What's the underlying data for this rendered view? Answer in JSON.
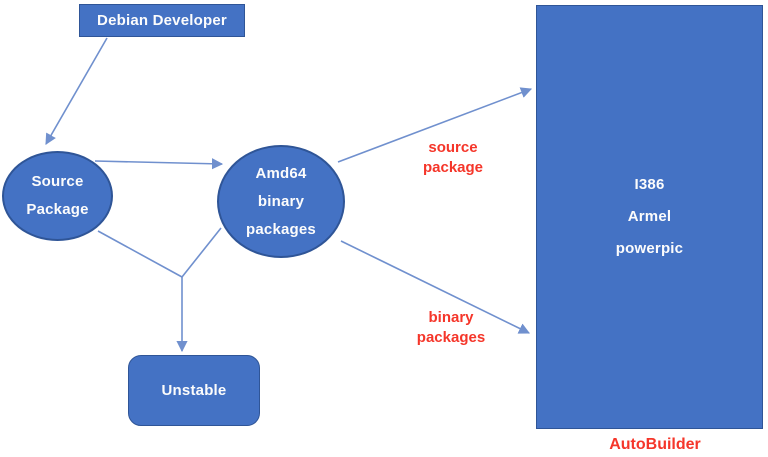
{
  "diagram": {
    "nodes": {
      "debian_developer": {
        "label": "Debian Developer"
      },
      "source_package": {
        "lines": [
          "Source",
          "Package"
        ]
      },
      "amd64_binary": {
        "lines": [
          "Amd64",
          "binary",
          "packages"
        ]
      },
      "unstable": {
        "label": "Unstable"
      },
      "autobuilder_architectures": {
        "lines": [
          "I386",
          "Armel",
          "powerpic"
        ]
      }
    },
    "edge_labels": {
      "source_package": {
        "lines": [
          "source",
          "package"
        ]
      },
      "binary_packages": {
        "lines": [
          "binary",
          "packages"
        ]
      },
      "autobuilder_caption": "AutoBuilder"
    },
    "colors": {
      "shape_fill": "#4472C4",
      "shape_border": "#2F5597",
      "connector": "#7090CE",
      "edge_label_red": "#F5362A",
      "shape_text": "#FCFCFC",
      "canvas_bg": "#FFFFFF"
    }
  }
}
